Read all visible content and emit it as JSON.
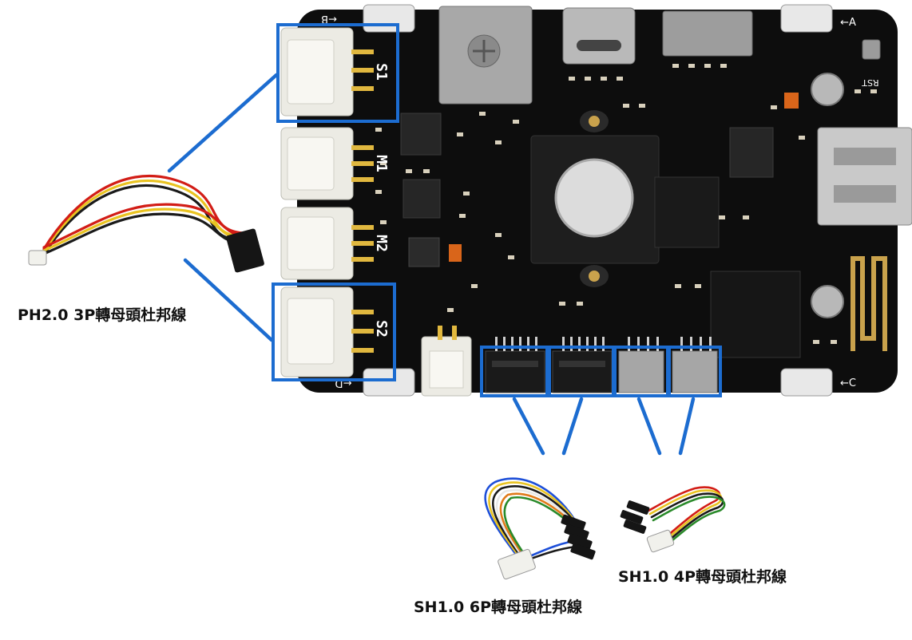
{
  "board": {
    "port_labels": {
      "s1": "S1",
      "m1": "M1",
      "m2": "M2",
      "s2": "S2",
      "b": "←B",
      "a": "←A",
      "c": "←C",
      "d": "←D",
      "rst": "RST"
    },
    "colors": {
      "pcb": "#0d0d0d",
      "connector_white": "#ecebe4",
      "gold": "#e1b83f",
      "highlight_box": "#1c6cd0"
    }
  },
  "cables": {
    "ph20_3p": {
      "label": "PH2.0 3P轉母頭杜邦線",
      "wire_colors": [
        "#d21d16",
        "#e9c321",
        "#1a1a1a"
      ]
    },
    "sh10_6p": {
      "label": "SH1.0 6P轉母頭杜邦線",
      "wire_colors": [
        "#1c4ed8",
        "#e9c321",
        "#1a1a1a",
        "#e8e8e8",
        "#e07a1a",
        "#2a8a2a"
      ]
    },
    "sh10_4p": {
      "label": "SH1.0 4P轉母頭杜邦線",
      "wire_colors": [
        "#d21d16",
        "#e9c321",
        "#1a1a1a",
        "#2a8a2a"
      ]
    }
  }
}
